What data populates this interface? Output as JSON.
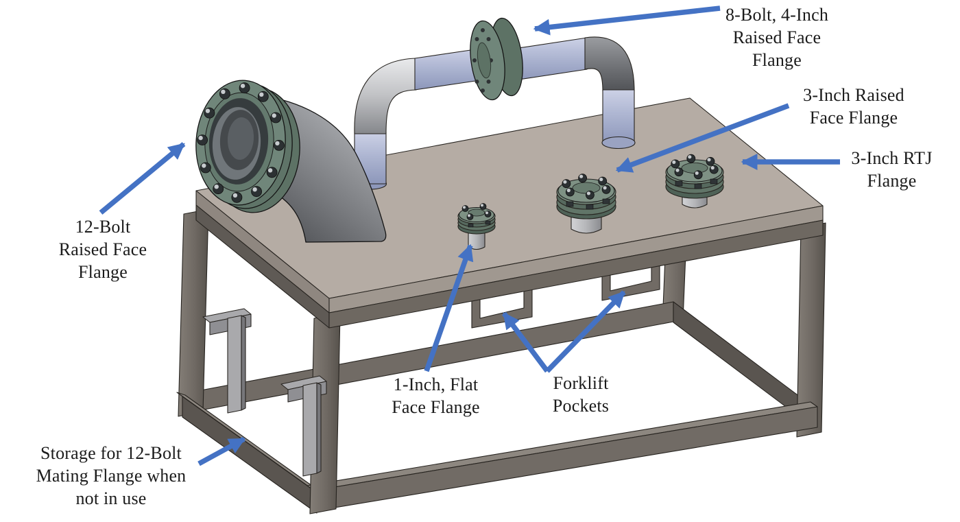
{
  "figure": {
    "background": "#ffffff",
    "text_color": "#1b1b1b",
    "annotation_color": "#4472c4",
    "model_colors": {
      "tabletop": "#b5aca4",
      "frame": "#716b65",
      "frame_dark": "#5a5550",
      "frame_light": "#8d8780",
      "flange_green": "#70867a",
      "flange_green_dark": "#5d7265",
      "pipe_periwinkle": "#aeb6d2",
      "pipe_silver": "#c0c1c4",
      "pipe_dark": "#707276",
      "bracket_gray": "#a9a9ac",
      "stub_silver": "#b5b6b9"
    },
    "labels": [
      {
        "id": "flange-8-bolt-4-inch",
        "text": "8-Bolt, 4-Inch\nRaised Face\nFlange"
      },
      {
        "id": "flange-3-inch-raised-face",
        "text": "3-Inch Raised\nFace Flange"
      },
      {
        "id": "flange-3-inch-rtj",
        "text": "3-Inch RTJ\nFlange"
      },
      {
        "id": "flange-12-bolt-raised-face",
        "text": "12-Bolt\nRaised Face\nFlange"
      },
      {
        "id": "flange-1-inch-flat-face",
        "text": "1-Inch, Flat\nFace Flange"
      },
      {
        "id": "forklift-pockets",
        "text": "Forklift\nPockets"
      },
      {
        "id": "storage-12-bolt-mating",
        "text": "Storage for 12-Bolt\nMating Flange when\nnot in use"
      }
    ]
  }
}
